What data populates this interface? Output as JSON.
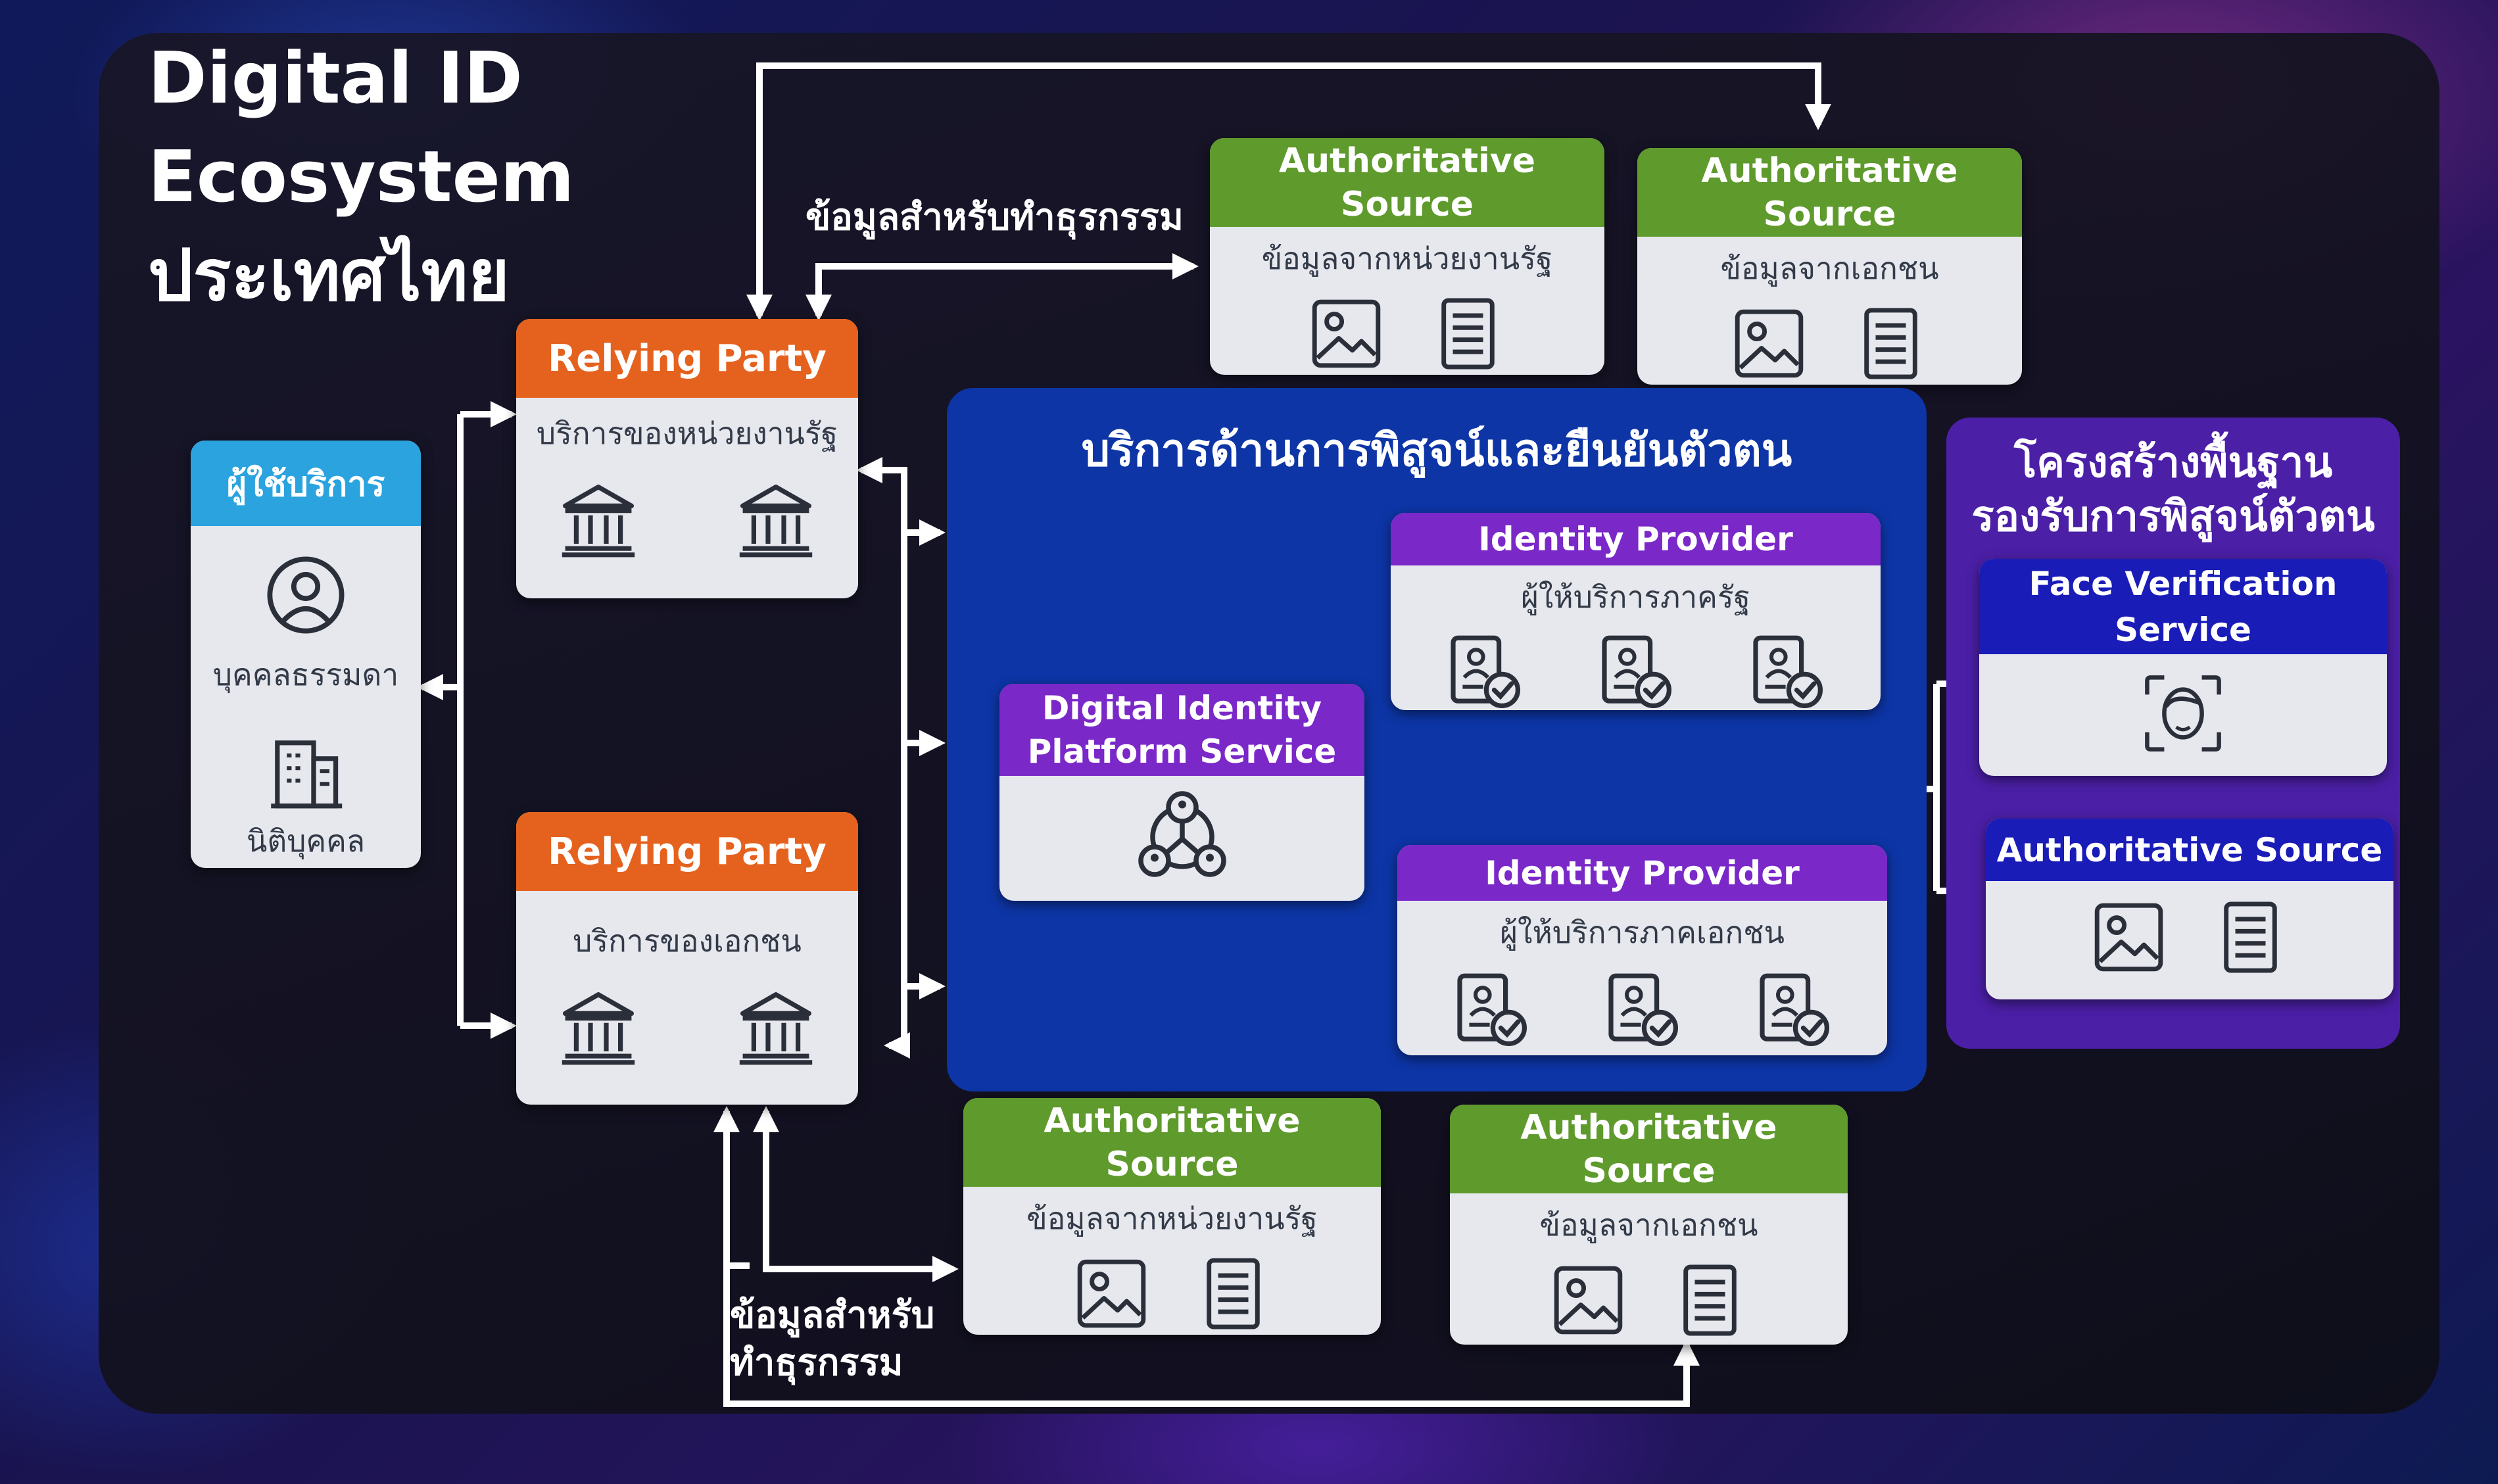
{
  "title": {
    "line1": "Digital ID",
    "line2": "Ecosystem",
    "line3": "ประเทศไทย"
  },
  "user_card": {
    "header": "ผู้ใช้บริการ",
    "person_label": "บุคคลธรรมดา",
    "entity_label": "นิติบุคคล"
  },
  "relying_party_gov": {
    "header": "Relying Party",
    "sub": "บริการของหน่วยงานรัฐ"
  },
  "relying_party_private": {
    "header": "Relying Party",
    "sub": "บริการของเอกชน"
  },
  "auth_top_gov": {
    "header_line1": "Authoritative",
    "header_line2": "Source",
    "sub": "ข้อมูลจากหน่วยงานรัฐ"
  },
  "auth_top_private": {
    "header_line1": "Authoritative",
    "header_line2": "Source",
    "sub": "ข้อมูลจากเอกชน"
  },
  "auth_bottom_gov": {
    "header_line1": "Authoritative",
    "header_line2": "Source",
    "sub": "ข้อมูลจากหน่วยงานรัฐ"
  },
  "auth_bottom_private": {
    "header_line1": "Authoritative",
    "header_line2": "Source",
    "sub": "ข้อมูลจากเอกชน"
  },
  "label_top": "ข้อมูลสำหรับทำธุรกรรม",
  "label_bottom": {
    "line1": "ข้อมูลสำหรับ",
    "line2": "ทำธุรกรรม"
  },
  "identity_panel": {
    "title": "บริการด้านการพิสูจน์และยืนยันตัวตน",
    "platform": {
      "line1": "Digital Identity",
      "line2": "Platform Service"
    },
    "idp_gov": {
      "header": "Identity Provider",
      "sub": "ผู้ให้บริการภาครัฐ"
    },
    "idp_private": {
      "header": "Identity Provider",
      "sub": "ผู้ให้บริการภาคเอกชน"
    }
  },
  "infra_panel": {
    "title_line1": "โครงสร้างพื้นฐาน",
    "title_line2": "รองรับการพิสูจน์ตัวตน",
    "face": {
      "line1": "Face Verification",
      "line2": "Service"
    },
    "auth": {
      "header": "Authoritative Source"
    }
  },
  "colors": {
    "green_header": "#5e9a2c",
    "orange_header": "#e5621e",
    "blue_header": "#2aa3df",
    "purple_header": "#7a28c8",
    "navy_header": "#1a1cb8",
    "identity_panel": "#0d35a6",
    "infra_panel": "#4b1fa6"
  },
  "icons": [
    "user-icon",
    "building-icon",
    "bank-icon",
    "image-icon",
    "document-icon",
    "id-check-icon",
    "network-icon",
    "face-scan-icon"
  ]
}
